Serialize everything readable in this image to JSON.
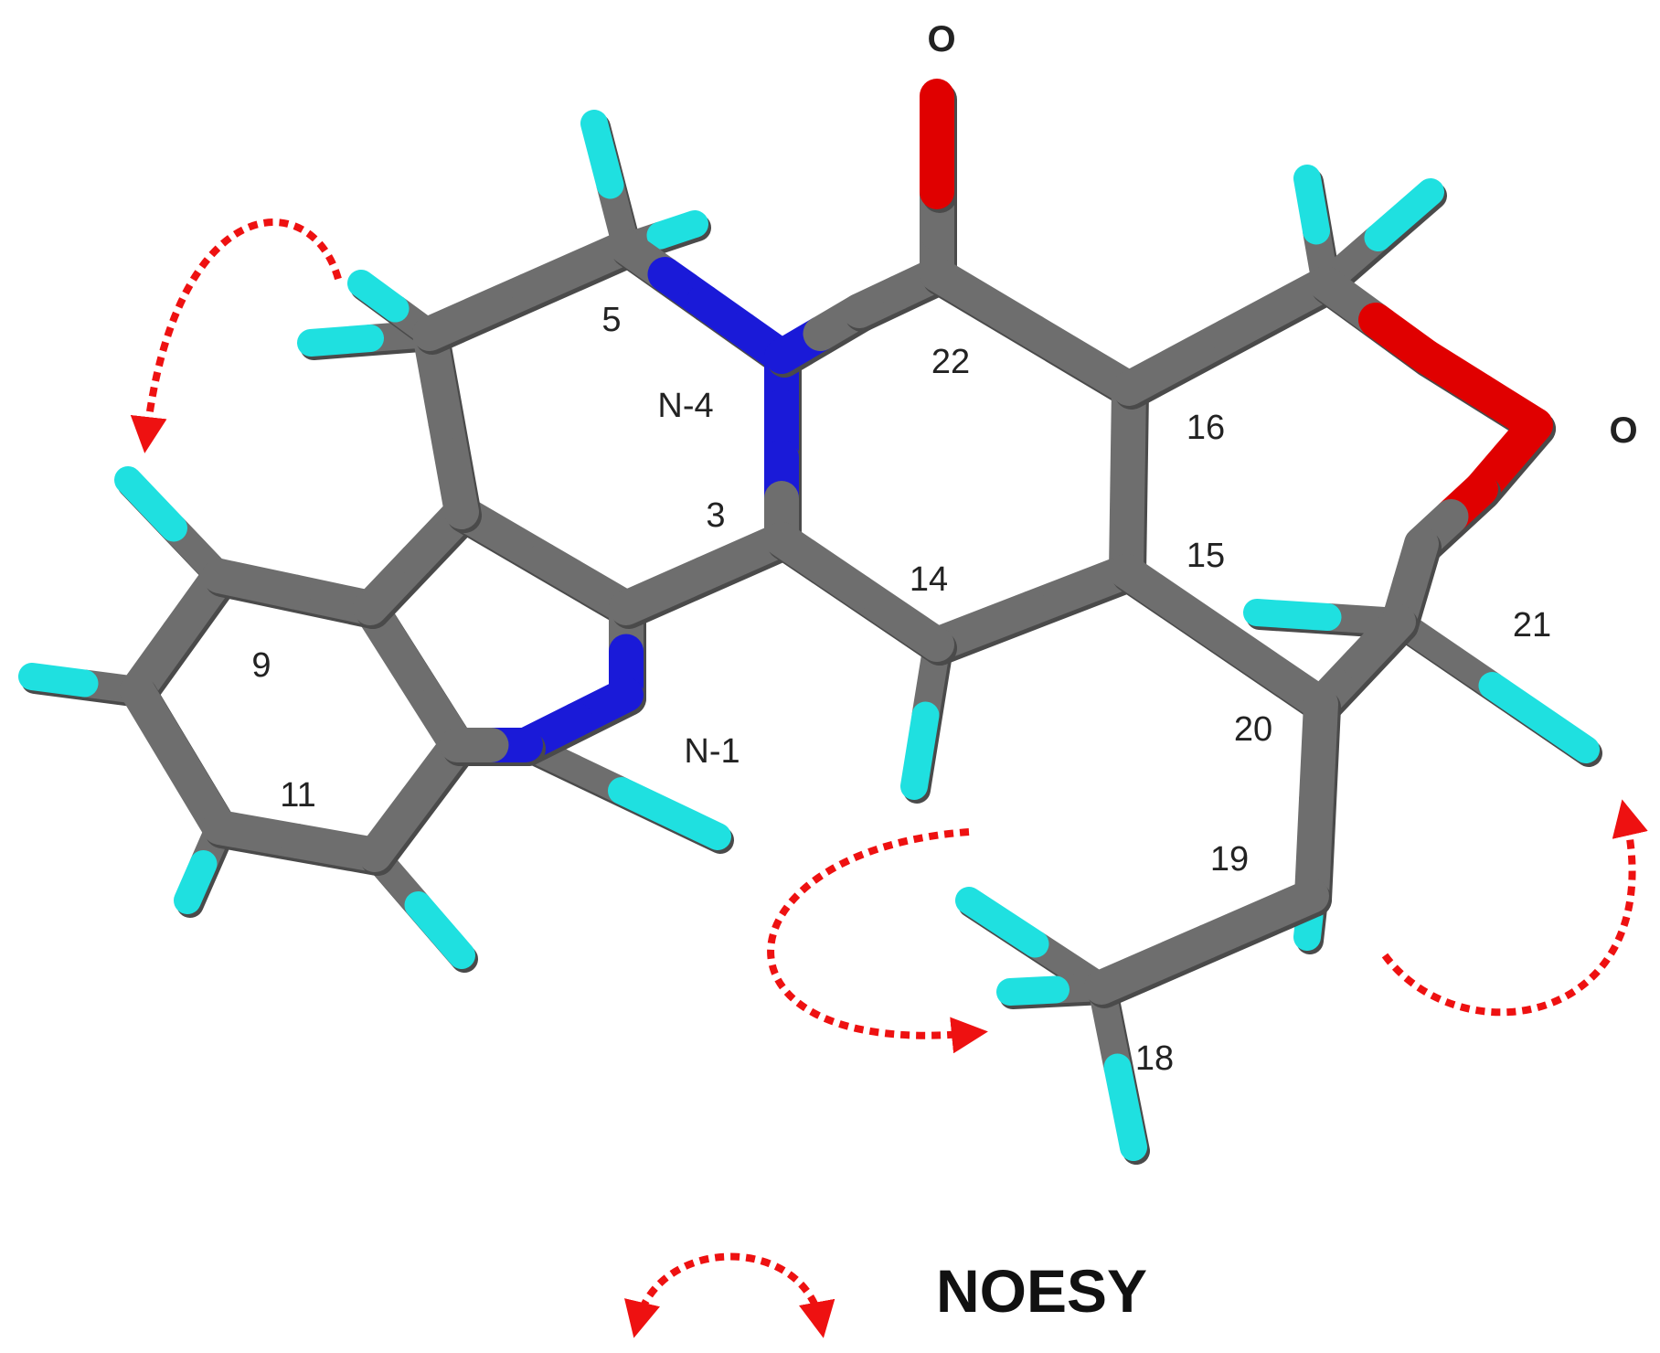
{
  "colors": {
    "carbon": "#6e6e6e",
    "carbon_shadow": "#4a4a4a",
    "nitrogen": "#1a1ad8",
    "oxygen": "#e00000",
    "hydrogen": "#1fe0e0",
    "noesy_arrow": "#ee1111",
    "background": "#ffffff"
  },
  "molecule": {
    "atom_labels": {
      "o_top": "O",
      "o_right": "O",
      "n4": "N-4",
      "n1": "N-1"
    },
    "position_labels": {
      "c5": "5",
      "c22": "22",
      "c16": "16",
      "c3": "3",
      "c15": "15",
      "c14": "14",
      "c9": "9",
      "c21": "21",
      "c20": "20",
      "c11": "11",
      "c19": "19",
      "c18": "18"
    }
  },
  "legend": {
    "label": "NOESY"
  }
}
